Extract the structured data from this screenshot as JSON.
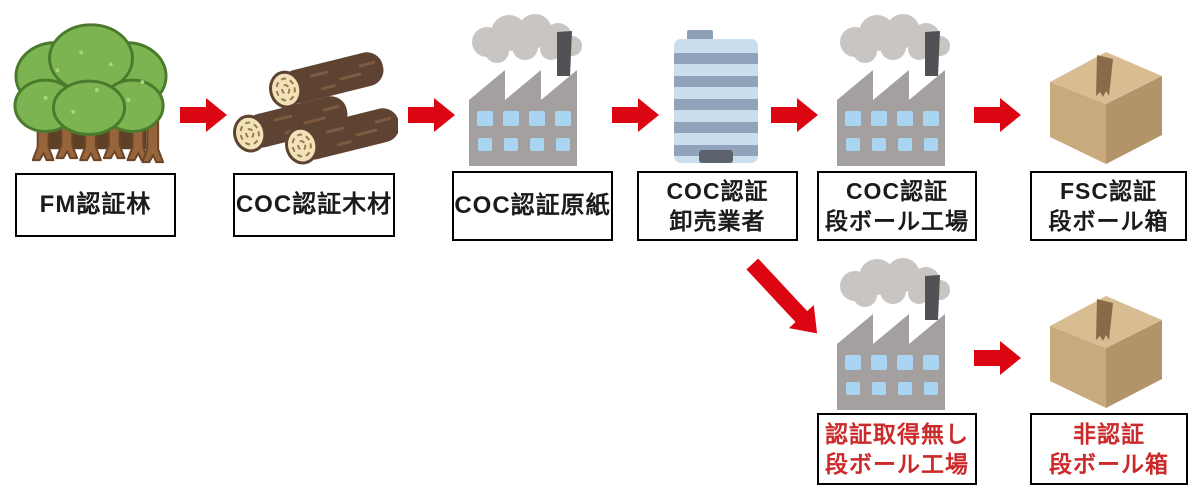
{
  "colors": {
    "arrow_red": "#dc0613",
    "label_border": "#000000",
    "label_text": "#1b1b1b",
    "alert_text": "#cc2a2a",
    "background": "#ffffff"
  },
  "nodes": {
    "fm_forest": {
      "icon": "forest-icon",
      "line1": "FM認証林"
    },
    "coc_wood": {
      "icon": "logs-icon",
      "line1": "COC認証木材"
    },
    "coc_paper": {
      "icon": "factory-icon",
      "line1": "COC認証原紙"
    },
    "coc_wholesaler": {
      "icon": "office-building-icon",
      "line1": "COC認証",
      "line2": "卸売業者"
    },
    "coc_box_factory": {
      "icon": "factory-icon",
      "line1": "COC認証",
      "line2": "段ボール工場"
    },
    "fsc_box": {
      "icon": "cardboard-box-icon",
      "line1": "FSC認証",
      "line2": "段ボール箱"
    },
    "uncertified_factory": {
      "icon": "factory-icon",
      "line1": "認証取得無し",
      "line2": "段ボール工場",
      "alert": true
    },
    "uncertified_box": {
      "icon": "cardboard-box-icon",
      "line1": "非認証",
      "line2": "段ボール箱",
      "alert": true
    }
  },
  "edges": [
    {
      "from": "fm_forest",
      "to": "coc_wood",
      "icon": "arrow-right-icon"
    },
    {
      "from": "coc_wood",
      "to": "coc_paper",
      "icon": "arrow-right-icon"
    },
    {
      "from": "coc_paper",
      "to": "coc_wholesaler",
      "icon": "arrow-right-icon"
    },
    {
      "from": "coc_wholesaler",
      "to": "coc_box_factory",
      "icon": "arrow-right-icon"
    },
    {
      "from": "coc_box_factory",
      "to": "fsc_box",
      "icon": "arrow-right-icon"
    },
    {
      "from": "coc_wholesaler",
      "to": "uncertified_factory",
      "icon": "arrow-down-right-icon"
    },
    {
      "from": "uncertified_factory",
      "to": "uncertified_box",
      "icon": "arrow-right-icon"
    }
  ]
}
